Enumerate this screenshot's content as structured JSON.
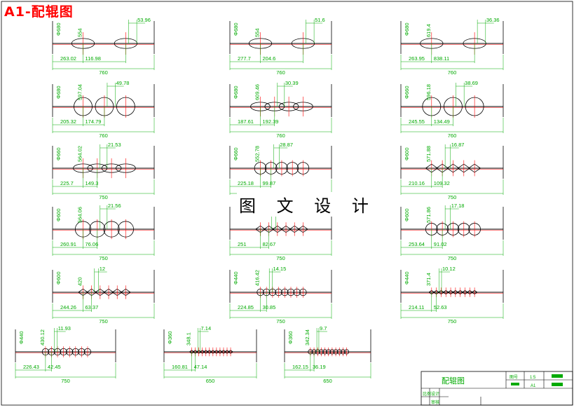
{
  "sheet_title": "A1-配辊图",
  "watermark": "图 文 设 计",
  "diagrams": [
    {
      "dims": [
        "Φ680",
        "554",
        "53.96",
        "263.02",
        "116.98",
        "760"
      ]
    },
    {
      "dims": [
        "Φ680",
        "554",
        "51.6",
        "277.7",
        "204.6",
        "760"
      ]
    },
    {
      "dims": [
        "Φ680",
        "619.4",
        "36.36",
        "263.95",
        "838.11",
        "760"
      ]
    },
    {
      "dims": [
        "Φ680",
        "597.04",
        "49.78",
        "205.32",
        "174.79",
        "760"
      ]
    },
    {
      "dims": [
        "Φ680",
        "609.46",
        "30.39",
        "187.61",
        "192.39",
        "760"
      ]
    },
    {
      "dims": [
        "Φ660",
        "596.18",
        "38.69",
        "245.55",
        "134.49",
        "760"
      ]
    },
    {
      "dims": [
        "Φ660",
        "564.02",
        "21.53",
        "225.7",
        "149.3",
        "750"
      ]
    },
    {
      "dims": [
        "Φ660",
        "552.78",
        "28.87",
        "225.18",
        "99.87",
        "750"
      ]
    },
    {
      "dims": [
        "Φ600",
        "571.88",
        "16.87",
        "210.16",
        "109.32",
        "750"
      ]
    },
    {
      "dims": [
        "Φ600",
        "564.06",
        "21.56",
        "260.91",
        "76.06",
        "750"
      ]
    },
    {
      "dims": [
        "",
        "",
        "",
        "251",
        "82.67",
        "750"
      ]
    },
    {
      "dims": [
        "Φ600",
        "571.86",
        "17.18",
        "253.64",
        "91.02",
        "750"
      ]
    },
    {
      "dims": [
        "Φ600",
        "420",
        "12",
        "244.26",
        "63.37",
        "750"
      ]
    },
    {
      "dims": [
        "Φ440",
        "416.42",
        "14.15",
        "224.85",
        "30.85",
        "750"
      ]
    },
    {
      "dims": [
        "Φ440",
        "371.4",
        "10.12",
        "214.11",
        "52.63",
        "750"
      ]
    },
    {
      "dims": [
        "Φ440",
        "430.12",
        "11.93",
        "226.43",
        "42.45",
        "750"
      ]
    },
    {
      "dims": [
        "Φ360",
        "348.1",
        "7.14",
        "160.81",
        "47.14",
        "650"
      ]
    },
    {
      "dims": [
        "Φ360",
        "342.34",
        "9.7",
        "162.15",
        "36.19",
        "650"
      ]
    }
  ],
  "title_block": {
    "name": "配辊图",
    "scale": "1:5",
    "sheet_size": "A1",
    "row1_label": "图号",
    "row2_label": "比例",
    "design_label": "设计",
    "check_label": "审核"
  }
}
